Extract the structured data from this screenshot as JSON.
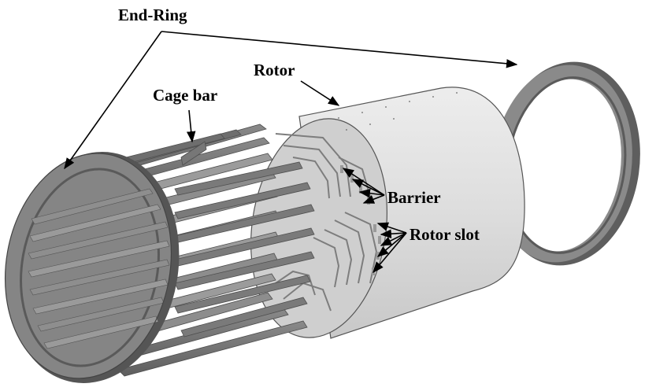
{
  "labels": {
    "end_ring": "End-Ring",
    "rotor": "Rotor",
    "cage_bar": "Cage bar",
    "barrier": "Barrier",
    "rotor_slot": "Rotor slot"
  },
  "colors": {
    "ring_face": "#7e7e7e",
    "ring_side": "#5c5c5c",
    "bar_dark": "#6e6e6e",
    "bar_light": "#9b9b9b",
    "rotor_body": "#dcdcdc",
    "rotor_face": "#c9c9c9",
    "lamination_line": "#8a8a8a",
    "text": "#000000"
  }
}
